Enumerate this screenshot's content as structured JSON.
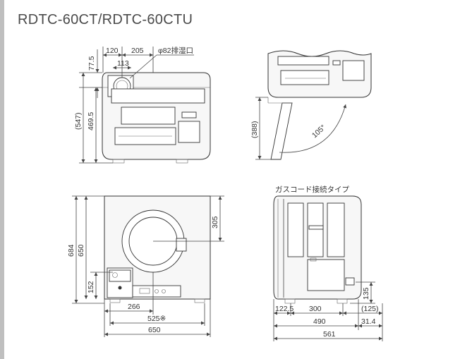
{
  "title": "RDTC-60CT/RDTC-60CTU",
  "top_view": {
    "dim_120": "120",
    "dim_205": "205",
    "dim_113": "113",
    "exhaust_label": "φ82排湿口",
    "dim_77_5": "77.5",
    "dim_547": "(547)",
    "dim_469_5": "469.5"
  },
  "side_top_view": {
    "dim_388": "(388)",
    "angle_105": "105°"
  },
  "front_view": {
    "dim_684": "684",
    "dim_650_h": "650",
    "dim_305": "305",
    "dim_152": "152",
    "dim_266": "266",
    "dim_525": "525※",
    "dim_650_w": "650"
  },
  "side_view": {
    "caption": "ガスコード接続タイプ",
    "dim_122_5": "122.5",
    "dim_300": "300",
    "dim_125": "(125)",
    "dim_135": "135",
    "dim_490": "490",
    "dim_31_4": "31.4",
    "dim_561": "561"
  }
}
